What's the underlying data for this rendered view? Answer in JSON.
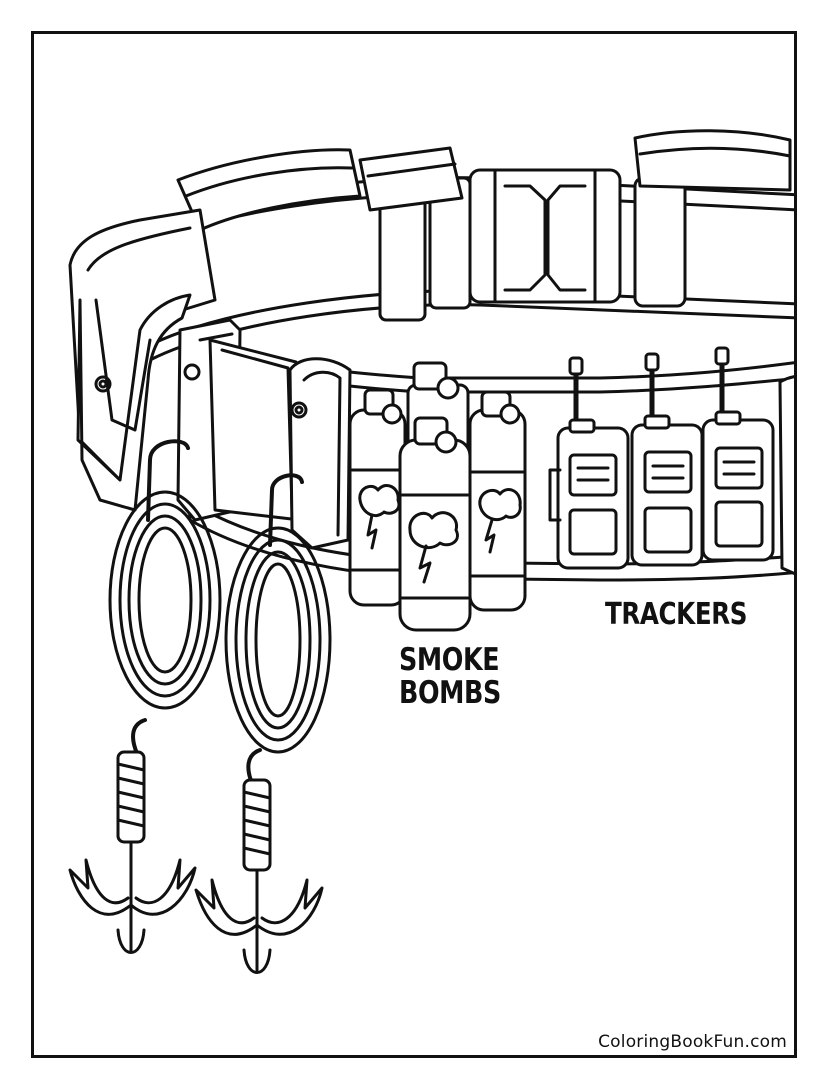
{
  "labels": {
    "smoke_line1": "SMOKE",
    "smoke_line2": "BOMBS",
    "trackers": "TRACKERS"
  },
  "watermark": "ColoringBookFun.com",
  "colors": {
    "ink": "#111111",
    "paper": "#ffffff"
  },
  "icons": [
    "utility-belt",
    "pouch-icon",
    "smoke-bomb-icon",
    "tracker-icon",
    "grappling-hook-icon",
    "rope-coil-icon",
    "buckle-icon"
  ]
}
